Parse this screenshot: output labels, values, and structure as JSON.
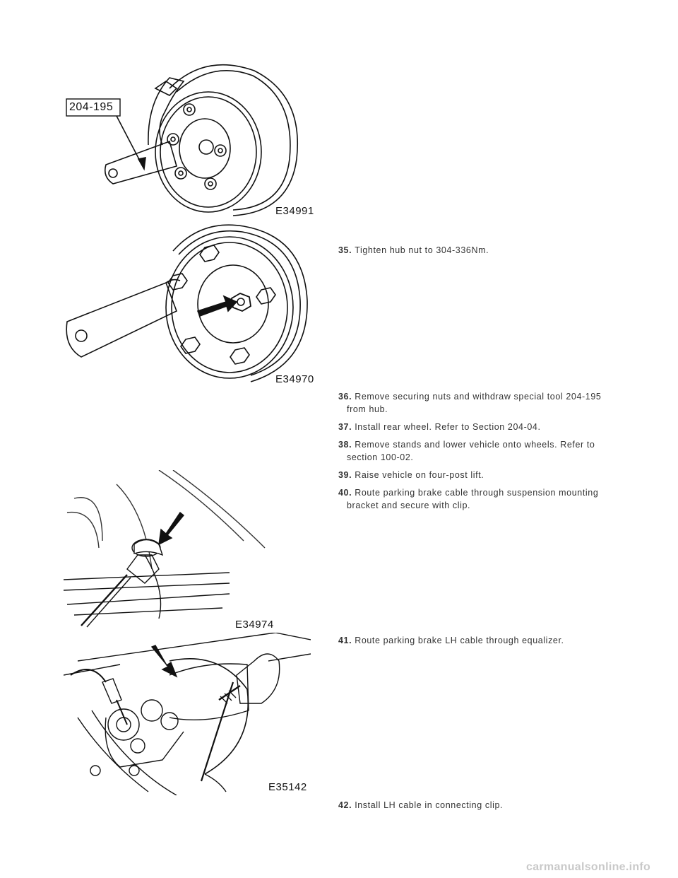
{
  "figures": {
    "fig1": {
      "code": "E34991",
      "tool_callout": "204-195"
    },
    "fig2": {
      "code": "E34970"
    },
    "fig3": {
      "code": "E34974"
    },
    "fig4": {
      "code": "E35142"
    }
  },
  "steps": [
    {
      "num": "35.",
      "line1": "Tighten hub nut to 304-336Nm.",
      "line2": ""
    },
    {
      "num": "36.",
      "line1": "Remove securing nuts and withdraw special tool 204-195",
      "line2": "from hub."
    },
    {
      "num": "37.",
      "line1": "Install rear wheel. Refer to Section 204-04.",
      "line2": ""
    },
    {
      "num": "38.",
      "line1": "Remove stands and lower vehicle onto wheels. Refer to",
      "line2": "section 100-02."
    },
    {
      "num": "39.",
      "line1": "Raise vehicle on four-post lift.",
      "line2": ""
    },
    {
      "num": "40.",
      "line1": "Route parking brake cable through suspension mounting",
      "line2": "bracket and secure with clip."
    },
    {
      "num": "41.",
      "line1": "Route parking brake LH cable through equalizer.",
      "line2": ""
    },
    {
      "num": "42.",
      "line1": "Install LH cable in connecting clip.",
      "line2": ""
    }
  ],
  "watermark": "carmanualsonline.info"
}
